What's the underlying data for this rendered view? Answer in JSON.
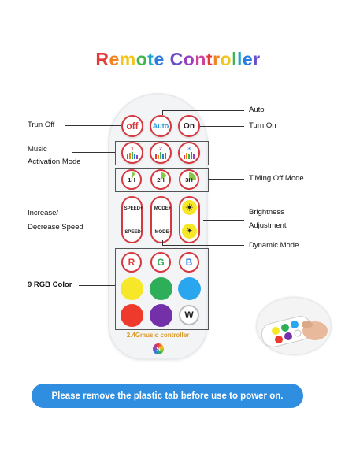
{
  "title": "Remote Controller",
  "title_colors": [
    "#e63a3a",
    "#f0831e",
    "#f2c518",
    "#3fb54a",
    "#1aa7c9",
    "#2a7be0",
    "#6a4fc8",
    "#9b3fc0",
    "#d13fa0",
    "#e63a3a",
    "#f0831e",
    "#f2c518",
    "#3fb54a",
    "#1aa7c9",
    "#2a7be0",
    "#6a4fc8",
    "#9b3fc0"
  ],
  "buttons": {
    "off": "off",
    "auto": "Auto",
    "on": "On",
    "music": [
      "1",
      "2",
      "3"
    ],
    "timer": [
      "1H",
      "2H",
      "3H"
    ],
    "speed_up": "SPEED+",
    "speed_down": "SPEED-",
    "mode_up": "MODE+",
    "mode_down": "MODE-",
    "r": "R",
    "g": "G",
    "b": "B",
    "w": "W"
  },
  "color_dots": [
    "#f6e829",
    "#2fae5a",
    "#2aa6ef",
    "#ee3a2c",
    "#7430a8"
  ],
  "brand": "2.4Gmusic controller",
  "labels": {
    "turn_off": "Trun Off",
    "auto": "Auto",
    "turn_on": "Turn On",
    "music_mode": "Music",
    "music_mode_2": "Activation Mode",
    "timing": "TiMing Off Mode",
    "speed": "Increase/",
    "speed_2": "Decrease Speed",
    "brightness": "Brightness",
    "brightness_2": "Adjustment",
    "dynamic": "Dynamic Mode",
    "rgb": "9 RGB Color"
  },
  "banner": "Please remove the plastic tab before use to power on."
}
